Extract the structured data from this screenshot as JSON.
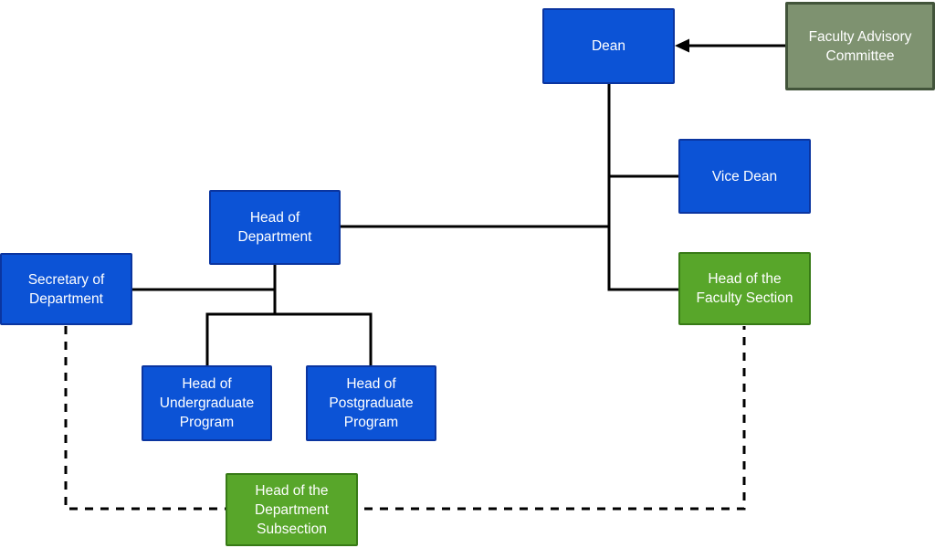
{
  "diagram": {
    "type": "org-chart",
    "palette": {
      "primary_fill": "#0c53d6",
      "primary_border": "#0b35a0",
      "accent_fill": "#58a62a",
      "accent_border": "#377a16",
      "muted_fill": "#7e9270",
      "muted_border": "#42543a",
      "connector": "#000000",
      "text": "#ffffff",
      "background": "#ffffff"
    },
    "nodes": {
      "dean": {
        "label": "Dean",
        "color_role": "primary"
      },
      "faculty_advisory_committee": {
        "label": "Faculty Advisory\nCommittee",
        "color_role": "muted"
      },
      "vice_dean": {
        "label": "Vice Dean",
        "color_role": "primary"
      },
      "head_of_faculty_section": {
        "label": "Head of the\nFaculty Section",
        "color_role": "accent"
      },
      "head_of_department": {
        "label": "Head of\nDepartment",
        "color_role": "primary"
      },
      "secretary_of_department": {
        "label": "Secretary of\nDepartment",
        "color_role": "primary"
      },
      "head_of_undergraduate_program": {
        "label": "Head of\nUndergraduate\nProgram",
        "color_role": "primary"
      },
      "head_of_postgraduate_program": {
        "label": "Head of\nPostgraduate\nProgram",
        "color_role": "primary"
      },
      "head_of_department_subsection": {
        "label": "Head of the\nDepartment\nSubsection",
        "color_role": "accent"
      }
    },
    "edges": [
      {
        "from": "faculty_advisory_committee",
        "to": "dean",
        "style": "solid",
        "arrow": true
      },
      {
        "from": "dean",
        "to": "vice_dean",
        "style": "solid",
        "arrow": false
      },
      {
        "from": "dean",
        "to": "head_of_department",
        "style": "solid",
        "arrow": false
      },
      {
        "from": "dean",
        "to": "head_of_faculty_section",
        "style": "solid",
        "arrow": false
      },
      {
        "from": "head_of_department",
        "to": "secretary_of_department",
        "style": "solid",
        "arrow": false
      },
      {
        "from": "head_of_department",
        "to": "head_of_undergraduate_program",
        "style": "solid",
        "arrow": false
      },
      {
        "from": "head_of_department",
        "to": "head_of_postgraduate_program",
        "style": "solid",
        "arrow": false
      },
      {
        "from": "secretary_of_department",
        "to": "head_of_department_subsection",
        "style": "dashed",
        "arrow": false
      },
      {
        "from": "head_of_department_subsection",
        "to": "head_of_faculty_section",
        "style": "dashed",
        "arrow": false
      }
    ]
  }
}
